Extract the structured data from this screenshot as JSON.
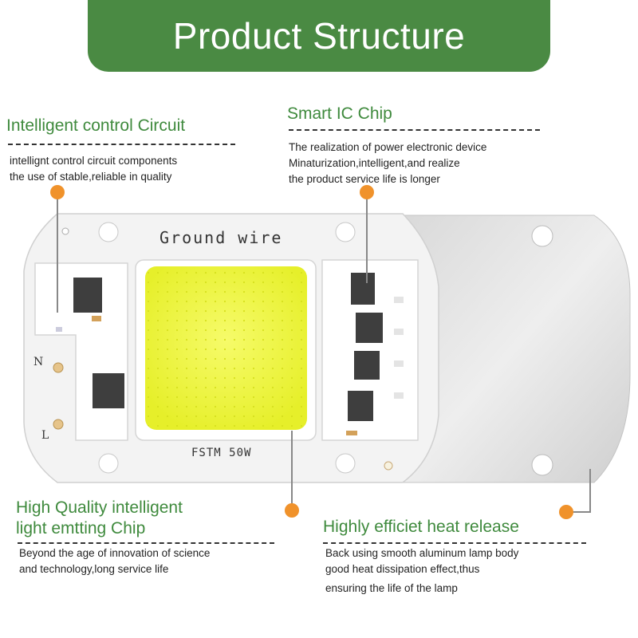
{
  "banner": {
    "title": "Product Structure"
  },
  "features": {
    "control": {
      "title": "Intelligent control Circuit",
      "lines": [
        "intellignt control circuit components",
        "the use of stable,reliable in quality"
      ]
    },
    "ic": {
      "title": "Smart IC Chip",
      "lines": [
        "The realization of power electronic device",
        "Minaturization,intelligent,and realize",
        "the product service life is longer"
      ]
    },
    "chip": {
      "title_lines": [
        "High Quality intelligent",
        "light emtting Chip"
      ],
      "lines": [
        "Beyond the age of innovation of science",
        "and technology,long  service life"
      ]
    },
    "heat": {
      "title": "Highly efficiet heat release",
      "lines": [
        "Back using smooth aluminum lamp body",
        "good heat dissipation effect,thus",
        "ensuring the life of the lamp"
      ]
    }
  },
  "board": {
    "ground_label": "Ground wire",
    "model_label": "FSTM 50W",
    "pin_n": "N",
    "pin_l": "L"
  },
  "colors": {
    "banner": "#4a8a43",
    "title_green": "#3f8a3d",
    "marker_orange": "#f0922b",
    "led_yellow": "#eef53a"
  }
}
